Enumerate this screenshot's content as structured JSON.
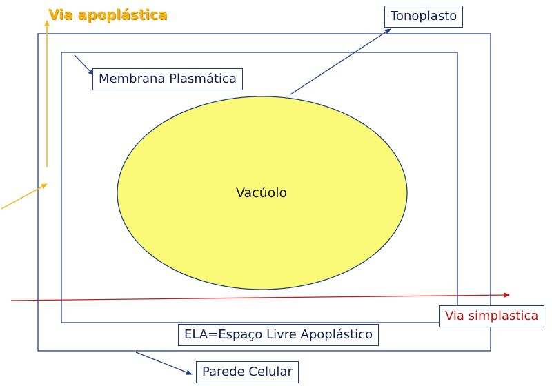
{
  "labels": {
    "via_apoplastica": "Via apoplástica",
    "tonoplasto": "Tonoplasto",
    "membrana_plasmatica": "Membrana Plasmática",
    "vacuolo": "Vacúolo",
    "via_simplastica": "Via simplastica",
    "ela": "ELA=Espaço Livre Apoplástico",
    "parede_celular": "Parede Celular"
  },
  "colors": {
    "box_line": "#1f3f7f",
    "vacuole_fill": "#fafa78",
    "vacuole_stroke": "#1f3f7f",
    "apoplastic_arrow": "#f2b417",
    "symplastic_arrow": "#c21c1c",
    "pointer_arrow": "#1f3f7f"
  }
}
